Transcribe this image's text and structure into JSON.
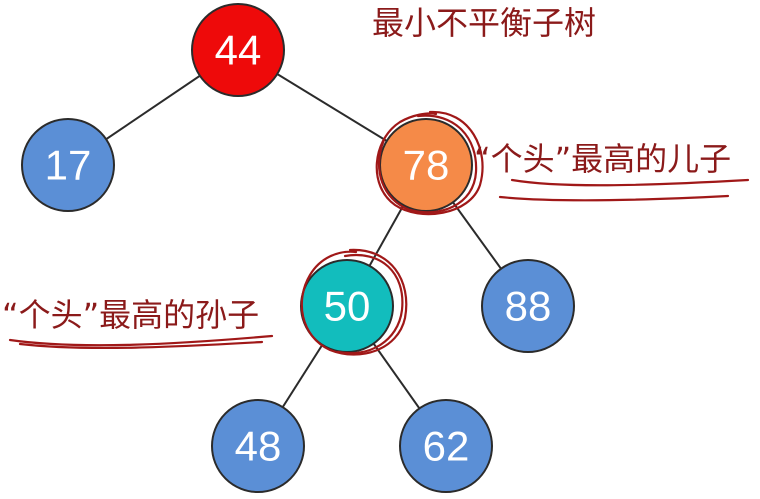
{
  "diagram": {
    "title": "最小不平衡子树",
    "annotations": {
      "child": "“个头”最高的儿子",
      "grandchild": "“个头”最高的孙子"
    },
    "nodes": [
      {
        "key": "n44",
        "label": "44",
        "color": "#ee0a0a"
      },
      {
        "key": "n17",
        "label": "17",
        "color": "#5b8fd6"
      },
      {
        "key": "n78",
        "label": "78",
        "color": "#f58a48"
      },
      {
        "key": "n50",
        "label": "50",
        "color": "#12bdbd"
      },
      {
        "key": "n88",
        "label": "88",
        "color": "#5b8fd6"
      },
      {
        "key": "n48",
        "label": "48",
        "color": "#5b8fd6"
      },
      {
        "key": "n62",
        "label": "62",
        "color": "#5b8fd6"
      }
    ],
    "edges": [
      {
        "from": "44",
        "to": "17"
      },
      {
        "from": "44",
        "to": "78"
      },
      {
        "from": "78",
        "to": "50"
      },
      {
        "from": "78",
        "to": "88"
      },
      {
        "from": "50",
        "to": "48"
      },
      {
        "from": "50",
        "to": "62"
      }
    ],
    "colors": {
      "highlight_ink": "#a01818",
      "edge": "#2b2b2b"
    }
  }
}
